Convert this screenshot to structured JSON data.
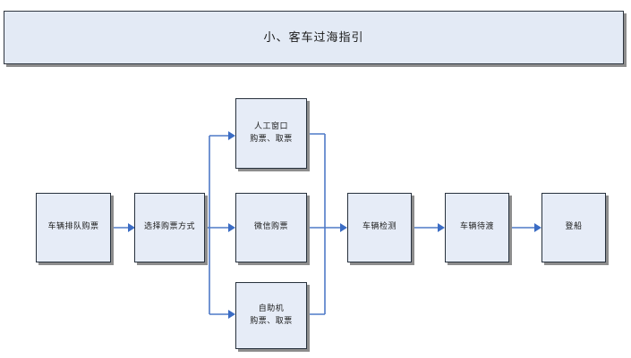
{
  "header": {
    "title": "小、客车过海指引"
  },
  "flowchart": {
    "type": "process-flow-diagram",
    "orientation": "left-to-right",
    "accent_color": "#4f7ac7",
    "node_fill": "#e6ecf7",
    "node_border": "#27313d",
    "shadow_color": "#8d8d8d",
    "nodes": [
      {
        "id": "queue",
        "lines": [
          "车辆排队购票"
        ]
      },
      {
        "id": "method",
        "lines": [
          "选择购票方式"
        ]
      },
      {
        "id": "counter",
        "lines": [
          "人工窗口",
          "购票、取票"
        ]
      },
      {
        "id": "wechat",
        "lines": [
          "微信购票"
        ]
      },
      {
        "id": "kiosk",
        "lines": [
          "自助机",
          "购票、取票"
        ]
      },
      {
        "id": "inspect",
        "lines": [
          "车辆检测"
        ]
      },
      {
        "id": "waiting",
        "lines": [
          "车辆待渡"
        ]
      },
      {
        "id": "board",
        "lines": [
          "登船"
        ]
      }
    ],
    "edges": [
      {
        "from": "queue",
        "to": "method"
      },
      {
        "from": "method",
        "to": "counter"
      },
      {
        "from": "method",
        "to": "wechat"
      },
      {
        "from": "method",
        "to": "kiosk"
      },
      {
        "from": "counter",
        "to": "inspect"
      },
      {
        "from": "wechat",
        "to": "inspect"
      },
      {
        "from": "kiosk",
        "to": "inspect"
      },
      {
        "from": "inspect",
        "to": "waiting"
      },
      {
        "from": "waiting",
        "to": "board"
      }
    ]
  }
}
